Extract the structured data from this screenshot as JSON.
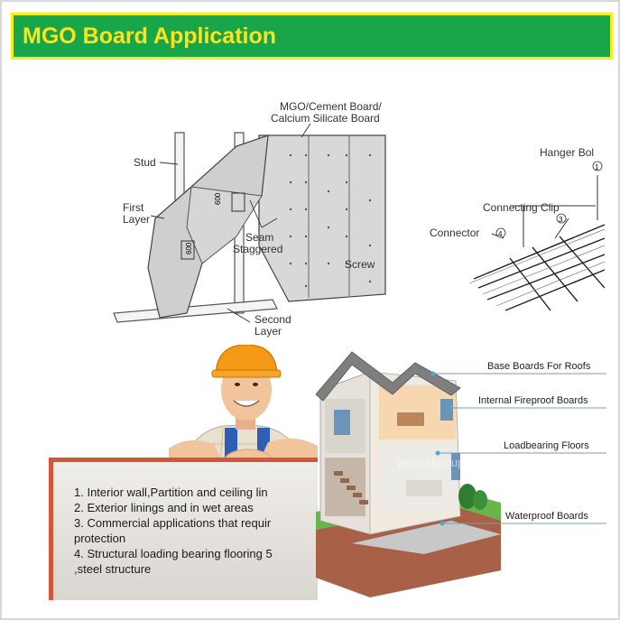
{
  "header": {
    "title": "MGO Board Application"
  },
  "wall_diagram": {
    "board_label": [
      "MGO/Cement Board/",
      "Calcium Silicate Board"
    ],
    "stud": "Stud",
    "first_layer": [
      "First",
      "Layer"
    ],
    "seam": [
      "Seam",
      "Staggered"
    ],
    "screw": "Screw",
    "second_layer": [
      "Second",
      "Layer"
    ],
    "dim": "600"
  },
  "ceiling_diagram": {
    "hanger_bolt": "Hanger Bol",
    "connecting_clip": "Connecting Clip",
    "connector": "Connector",
    "markers": [
      "1",
      "3",
      "4"
    ]
  },
  "worker_board": {
    "lines": [
      "1. Interior wall,Partition and ceiling lin",
      "2. Exterior linings and in wet areas",
      "3. Commercial applications that requir",
      "protection",
      "4. Structural loading bearing flooring 5",
      ",steel structure"
    ]
  },
  "house": {
    "labels": [
      "Base Boards For Roofs",
      "Internal Fireproof Boards",
      "Loadbearing Floors",
      "Waterproof Boards"
    ],
    "watermark": "www.ldgroup.com"
  }
}
